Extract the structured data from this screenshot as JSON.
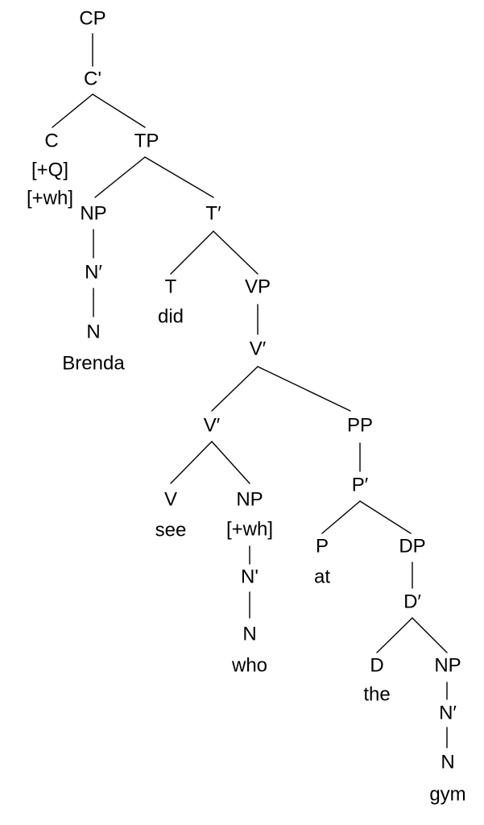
{
  "tree": {
    "labels": {
      "cp": "CP",
      "cbar": "C'",
      "c": "C",
      "c_feature_q": "[+Q]",
      "c_feature_wh": "[+wh]",
      "tp": "TP",
      "subj_np": "NP",
      "subj_nbar": "N′",
      "subj_n": "N",
      "subj_word": "Brenda",
      "tbar": "T′",
      "t": "T",
      "t_word": "did",
      "vp": "VP",
      "vbar_upper": "V′",
      "vbar_lower": "V′",
      "v": "V",
      "v_word": "see",
      "obj_np": "NP",
      "obj_feature_wh": "[+wh]",
      "obj_nbar": "N'",
      "obj_n": "N",
      "obj_word": "who",
      "pp": "PP",
      "pbar": "P′",
      "p": "P",
      "p_word": "at",
      "dp": "DP",
      "dbar": "D′",
      "d": "D",
      "d_word": "the",
      "dp_np": "NP",
      "dp_nbar": "N′",
      "dp_n": "N",
      "dp_word": "gym"
    }
  },
  "colors": {
    "background": "#ffffff",
    "ink": "#000000"
  }
}
